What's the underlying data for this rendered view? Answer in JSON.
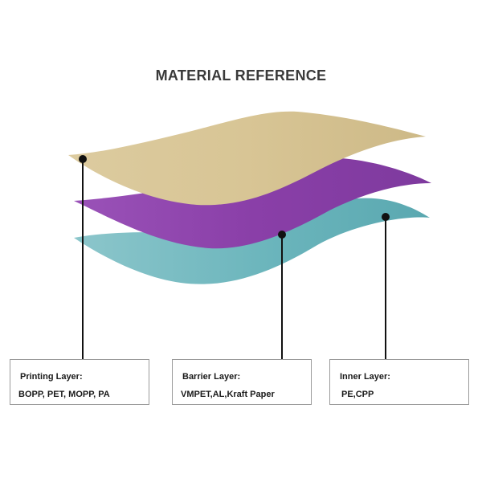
{
  "title": "MATERIAL REFERENCE",
  "colors": {
    "printing_layer": "#d8c595",
    "barrier_layer": "#8a3fa8",
    "inner_layer": "#6bb5bc",
    "connector": "#111111"
  },
  "layers": [
    {
      "id": "printing",
      "heading": "Printing Layer:",
      "materials": "BOPP, PET, MOPP, PA"
    },
    {
      "id": "barrier",
      "heading": "Barrier Layer:",
      "materials": "VMPET,AL,Kraft Paper"
    },
    {
      "id": "inner",
      "heading": "Inner Layer:",
      "materials": "PE,CPP"
    }
  ]
}
